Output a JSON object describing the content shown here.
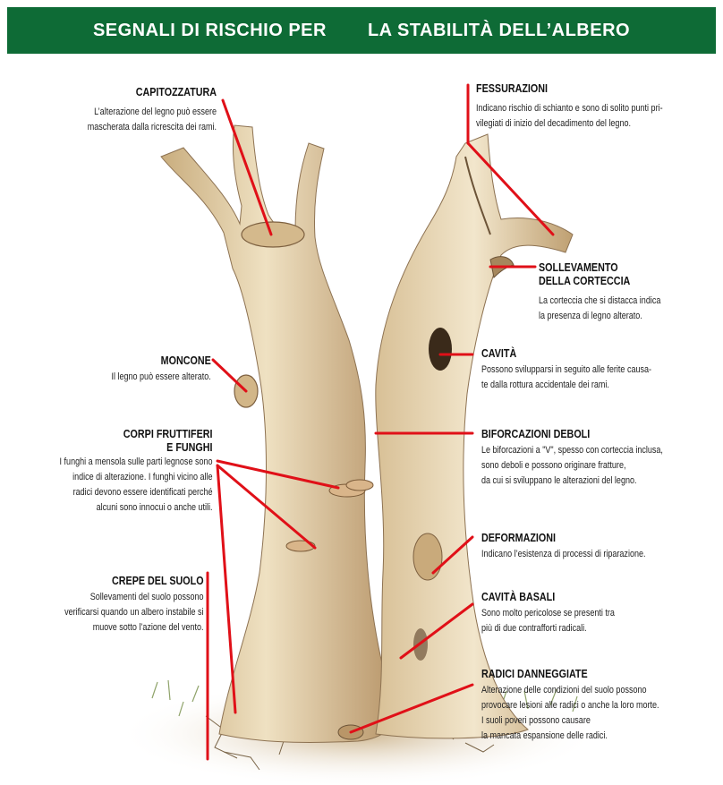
{
  "header": {
    "title_part1": "SEGNALI DI RISCHIO PER",
    "title_part2": "LA STABILITÀ DELL’ALBERO"
  },
  "colors": {
    "header_bg": "#0e6b36",
    "pointer_lines": "#e01018",
    "bark": "#e2cfa8",
    "bark_shadow": "#b89a6c"
  },
  "labels": {
    "capitozzatura": {
      "title": "CAPITOZZATURA",
      "text": "L’alterazione del legno può essere\nmascherata dalla ricrescita dei rami."
    },
    "fessurazioni": {
      "title": "FESSURAZIONI",
      "text": "Indicano rischio di schianto e sono di solito punti pri-\nvilegiati di inizio del decadimento del legno."
    },
    "sollevamento": {
      "title": "SOLLEVAMENTO\nDELLA CORTECCIA",
      "text": "La corteccia che si distacca indica\nla presenza di legno alterato."
    },
    "moncone": {
      "title": "MONCONE",
      "text": "Il legno può essere alterato."
    },
    "cavita": {
      "title": "CAVITÀ",
      "text": "Possono svilupparsi in seguito alle ferite causa-\nte dalla rottura accidentale dei rami."
    },
    "corpi_fruttiferi": {
      "title": "CORPI FRUTTIFERI\nE FUNGHI",
      "text": "I funghi a mensola sulle parti legnose sono\nindice di alterazione. I funghi vicino alle\nradici devono essere identificati perché\nalcuni sono innocui o anche utili."
    },
    "biforcazioni": {
      "title": "BIFORCAZIONI DEBOLI",
      "text": "Le biforcazioni a \"V\", spesso con corteccia inclusa,\nsono deboli e possono originare fratture,\nda cui si sviluppano le alterazioni del legno."
    },
    "deformazioni": {
      "title": "DEFORMAZIONI",
      "text": "Indicano l’esistenza di processi di riparazione."
    },
    "crepe": {
      "title": "CREPE DEL SUOLO",
      "text": "Sollevamenti del suolo possono\nverificarsi quando un albero instabile si\nmuove sotto l’azione del vento."
    },
    "cavita_basali": {
      "title": "CAVITÀ BASALI",
      "text": "Sono molto pericolose se presenti tra\npiù di due contrafforti radicali."
    },
    "radici": {
      "title": "RADICI DANNEGGIATE",
      "text": "Alterazione delle condizioni del suolo possono\nprovocare lesioni alle radici o anche la loro morte.\nI suoli poveri possono causare\nla mancata espansione delle radici."
    }
  }
}
